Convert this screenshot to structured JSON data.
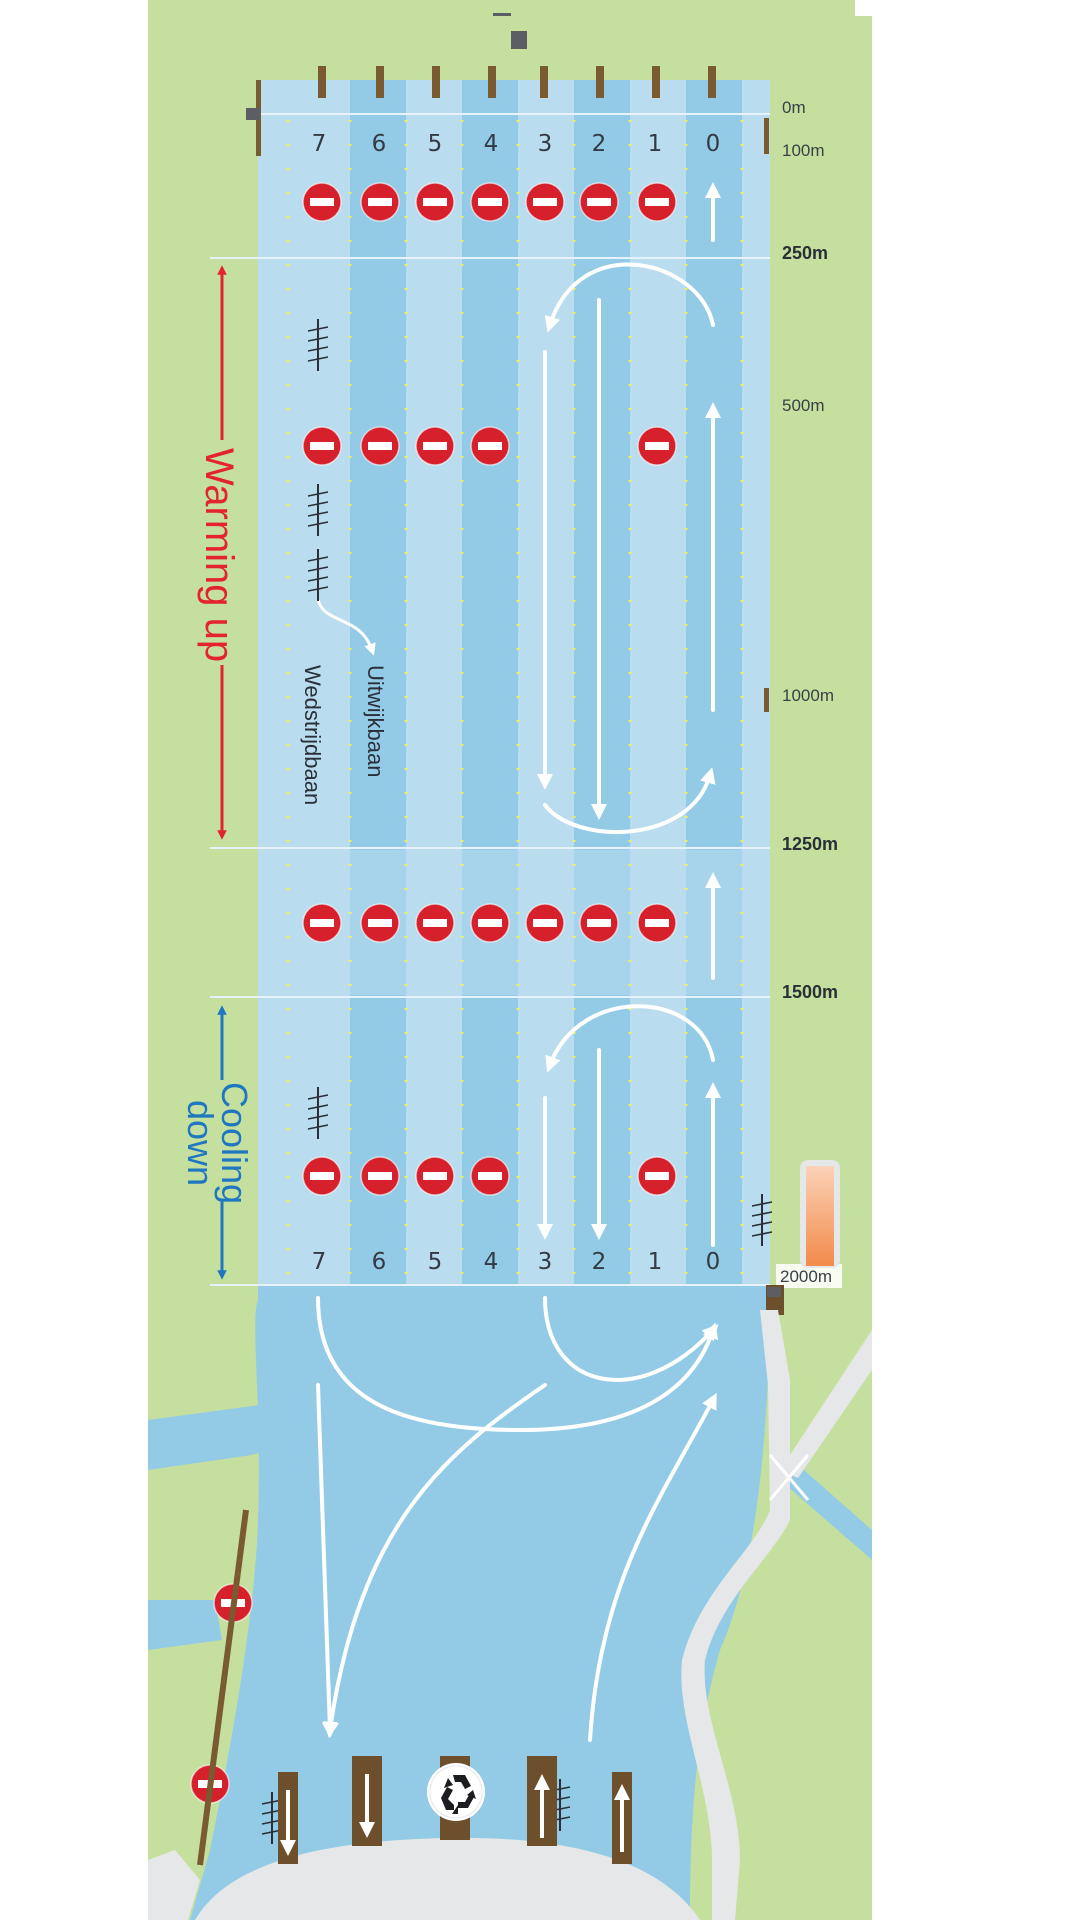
{
  "map": {
    "lane_numbers": [
      "7",
      "6",
      "5",
      "4",
      "3",
      "2",
      "1",
      "0"
    ],
    "distance_markers": [
      "0m",
      "100m",
      "250m",
      "500m",
      "1000m",
      "1250m",
      "1500m",
      "2000m"
    ],
    "zones": {
      "warming_up": "Warming up",
      "cooling_down_line1": "Cooling",
      "cooling_down_line2": "down"
    },
    "lane_labels": {
      "race_lane": "Wedstrijdbaan",
      "escape_lane": "Uitwijkbaan"
    },
    "icons": [
      "no-entry-icon",
      "up-arrow-icon",
      "down-arrow-icon",
      "rowing-boat-icon",
      "recycle-icon",
      "jetty-icon",
      "bridge-icon"
    ],
    "colors": {
      "land": "#c5e09e",
      "water": "#93cbe6",
      "lane_light": "#b9dcee",
      "lane_dark": "#93cbe6",
      "no_entry": "#d6202b",
      "warming_up": "#e3242b",
      "cooling_down": "#1e77c0",
      "path": "#e5e7e9",
      "jetty": "#6e4f2c"
    }
  }
}
